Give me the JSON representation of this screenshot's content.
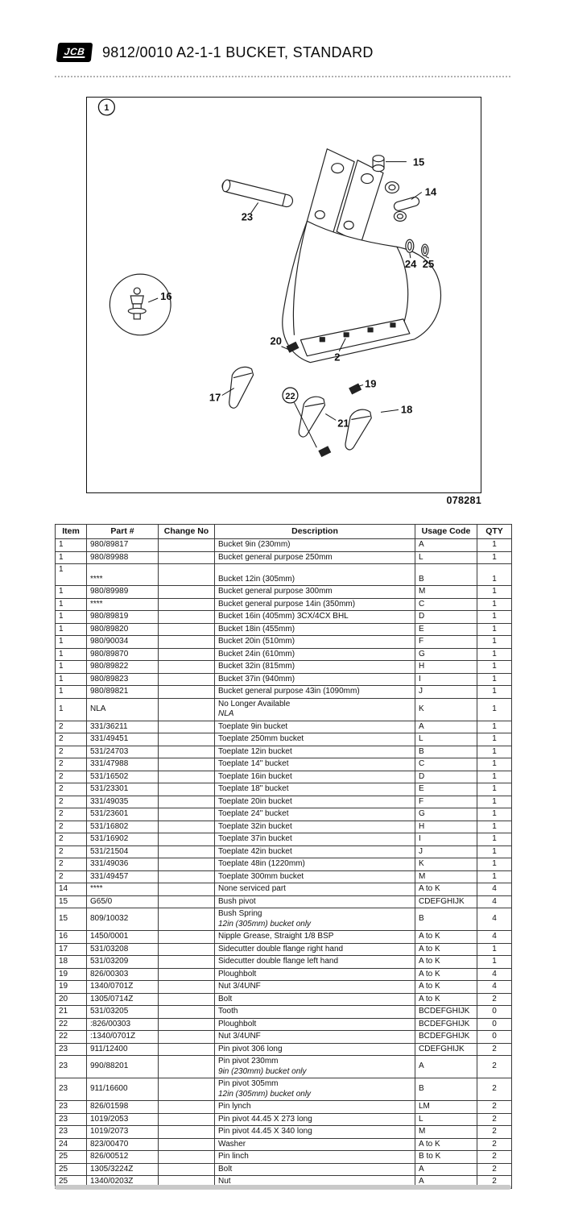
{
  "header": {
    "logo_text": "JCB",
    "logo_bg": "#000000",
    "title": "9812/0010 A2-1-1 BUCKET, STANDARD"
  },
  "diagram": {
    "balloon_label": "1",
    "figure_number": "078281",
    "callouts": {
      "c2": "2",
      "c14": "14",
      "c15": "15",
      "c16": "16",
      "c17": "17",
      "c18": "18",
      "c19": "19",
      "c20": "20",
      "c21": "21",
      "c22": "22",
      "c23": "23",
      "c24": "24",
      "c25": "25"
    }
  },
  "table": {
    "headers": [
      "Item",
      "Part #",
      "Change No",
      "Description",
      "Usage Code",
      "QTY"
    ],
    "rows": [
      {
        "item": "1",
        "part": "980/89817",
        "desc": "Bucket 9in (230mm)",
        "usage": "A",
        "qty": "1"
      },
      {
        "item": "1",
        "part": "980/89988",
        "desc": "Bucket general purpose 250mm",
        "usage": "L",
        "qty": "1"
      },
      {
        "item": "1",
        "part": "****",
        "desc": "Bucket 12in (305mm)",
        "usage": "B",
        "qty": "1",
        "tall": true
      },
      {
        "item": "1",
        "part": "980/89989",
        "desc": "Bucket general purpose 300mm",
        "usage": "M",
        "qty": "1"
      },
      {
        "item": "1",
        "part": "****",
        "desc": "Bucket general purpose 14in (350mm)",
        "usage": "C",
        "qty": "1"
      },
      {
        "item": "1",
        "part": "980/89819",
        "desc": "Bucket 16in (405mm) 3CX/4CX BHL",
        "usage": "D",
        "qty": "1"
      },
      {
        "item": "1",
        "part": "980/89820",
        "desc": "Bucket 18in (455mm)",
        "usage": "E",
        "qty": "1"
      },
      {
        "item": "1",
        "part": "980/90034",
        "desc": "Bucket 20in (510mm)",
        "usage": "F",
        "qty": "1"
      },
      {
        "item": "1",
        "part": "980/89870",
        "desc": "Bucket 24in (610mm)",
        "usage": "G",
        "qty": "1"
      },
      {
        "item": "1",
        "part": "980/89822",
        "desc": "Bucket 32in (815mm)",
        "usage": "H",
        "qty": "1"
      },
      {
        "item": "1",
        "part": "980/89823",
        "desc": "Bucket 37in (940mm)",
        "usage": "I",
        "qty": "1"
      },
      {
        "item": "1",
        "part": "980/89821",
        "desc": "Bucket general purpose 43in (1090mm)",
        "usage": "J",
        "qty": "1"
      },
      {
        "item": "1",
        "part": "NLA",
        "desc": "No Longer Available",
        "desc2": "NLA",
        "usage": "K",
        "qty": "1"
      },
      {
        "item": "2",
        "part": "331/36211",
        "desc": "Toeplate 9in bucket",
        "usage": "A",
        "qty": "1"
      },
      {
        "item": "2",
        "part": "331/49451",
        "desc": "Toeplate 250mm bucket",
        "usage": "L",
        "qty": "1"
      },
      {
        "item": "2",
        "part": "531/24703",
        "desc": "Toeplate 12in bucket",
        "usage": "B",
        "qty": "1"
      },
      {
        "item": "2",
        "part": "331/47988",
        "desc": "Toeplate 14\" bucket",
        "usage": "C",
        "qty": "1"
      },
      {
        "item": "2",
        "part": "531/16502",
        "desc": "Toeplate 16in bucket",
        "usage": "D",
        "qty": "1"
      },
      {
        "item": "2",
        "part": "531/23301",
        "desc": "Toeplate 18\" bucket",
        "usage": "E",
        "qty": "1"
      },
      {
        "item": "2",
        "part": "331/49035",
        "desc": "Toeplate 20in bucket",
        "usage": "F",
        "qty": "1"
      },
      {
        "item": "2",
        "part": "531/23601",
        "desc": "Toeplate 24\" bucket",
        "usage": "G",
        "qty": "1"
      },
      {
        "item": "2",
        "part": "531/16802",
        "desc": "Toeplate 32in bucket",
        "usage": "H",
        "qty": "1"
      },
      {
        "item": "2",
        "part": "531/16902",
        "desc": "Toeplate 37in bucket",
        "usage": "I",
        "qty": "1"
      },
      {
        "item": "2",
        "part": "531/21504",
        "desc": "Toeplate 42in bucket",
        "usage": "J",
        "qty": "1"
      },
      {
        "item": "2",
        "part": "331/49036",
        "desc": "Toeplate 48in (1220mm)",
        "usage": "K",
        "qty": "1"
      },
      {
        "item": "2",
        "part": "331/49457",
        "desc": "Toeplate 300mm bucket",
        "usage": "M",
        "qty": "1"
      },
      {
        "item": "14",
        "part": "****",
        "desc": "None serviced part",
        "usage": "A to K",
        "qty": "4"
      },
      {
        "item": "15",
        "part": "G65/0",
        "desc": "Bush pivot",
        "usage": "CDEFGHIJK",
        "qty": "4"
      },
      {
        "item": "15",
        "part": "809/10032",
        "desc": "Bush Spring",
        "desc2": "12in (305mm) bucket only",
        "usage": "B",
        "qty": "4"
      },
      {
        "item": "16",
        "part": "1450/0001",
        "desc": "Nipple Grease, Straight 1/8 BSP",
        "usage": "A to K",
        "qty": "4"
      },
      {
        "item": "17",
        "part": "531/03208",
        "desc": "Sidecutter double flange right hand",
        "usage": "A to K",
        "qty": "1"
      },
      {
        "item": "18",
        "part": "531/03209",
        "desc": "Sidecutter double flange left hand",
        "usage": "A to K",
        "qty": "1"
      },
      {
        "item": "19",
        "part": "826/00303",
        "desc": "Ploughbolt",
        "usage": "A to K",
        "qty": "4"
      },
      {
        "item": "19",
        "part": "1340/0701Z",
        "desc": "Nut 3/4UNF",
        "usage": "A to K",
        "qty": "4"
      },
      {
        "item": "20",
        "part": "1305/0714Z",
        "desc": "Bolt",
        "usage": "A to K",
        "qty": "2"
      },
      {
        "item": "21",
        "part": "531/03205",
        "desc": "Tooth",
        "usage": "BCDEFGHIJK",
        "qty": "0"
      },
      {
        "item": "22",
        "part": ":826/00303",
        "desc": "Ploughbolt",
        "usage": "BCDEFGHIJK",
        "qty": "0"
      },
      {
        "item": "22",
        "part": ":1340/0701Z",
        "desc": "Nut 3/4UNF",
        "usage": "BCDEFGHIJK",
        "qty": "0"
      },
      {
        "item": "23",
        "part": "911/12400",
        "desc": "Pin pivot 306 long",
        "usage": "CDEFGHIJK",
        "qty": "2"
      },
      {
        "item": "23",
        "part": "990/88201",
        "desc": "Pin pivot 230mm",
        "desc2": "9in (230mm) bucket only",
        "usage": "A",
        "qty": "2"
      },
      {
        "item": "23",
        "part": "911/16600",
        "desc": "Pin pivot 305mm",
        "desc2": "12in (305mm) bucket only",
        "usage": "B",
        "qty": "2"
      },
      {
        "item": "23",
        "part": "826/01598",
        "desc": "Pin lynch",
        "usage": "LM",
        "qty": "2"
      },
      {
        "item": "23",
        "part": "1019/2053",
        "desc": "Pin pivot 44.45 X 273 long",
        "usage": "L",
        "qty": "2"
      },
      {
        "item": "23",
        "part": "1019/2073",
        "desc": "Pin pivot 44.45 X 340 long",
        "usage": "M",
        "qty": "2"
      },
      {
        "item": "24",
        "part": "823/00470",
        "desc": "Washer",
        "usage": "A to K",
        "qty": "2"
      },
      {
        "item": "25",
        "part": "826/00512",
        "desc": "Pin linch",
        "usage": "B to K",
        "qty": "2"
      },
      {
        "item": "25",
        "part": "1305/3224Z",
        "desc": "Bolt",
        "usage": "A",
        "qty": "2"
      },
      {
        "item": "25",
        "part": "1340/0203Z",
        "desc": "Nut",
        "usage": "A",
        "qty": "2"
      }
    ]
  }
}
